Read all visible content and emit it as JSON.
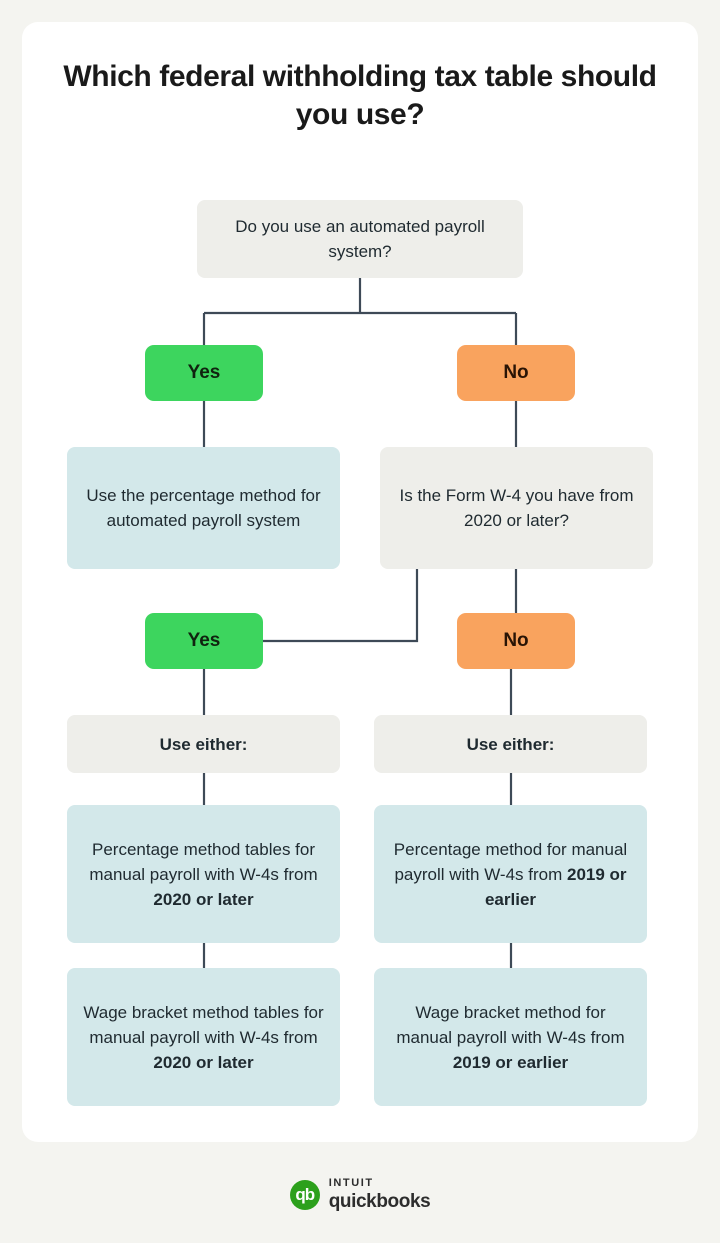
{
  "page": {
    "title": "Which federal withholding tax table should you use?",
    "background_color": "#f4f4f0",
    "card_color": "#ffffff"
  },
  "colors": {
    "yes": "#3dd55e",
    "no": "#f9a35e",
    "result": "#d3e8ea",
    "question": "#eeeeea",
    "connector": "#3e4a57",
    "brand_green": "#2ca01c"
  },
  "chart_data": {
    "type": "diagram",
    "title": "Which federal withholding tax table should you use?",
    "nodes": [
      {
        "id": "root",
        "kind": "question",
        "text": "Do you use an automated payroll system?"
      },
      {
        "id": "yes-1",
        "kind": "answer",
        "text": "Yes"
      },
      {
        "id": "no-1",
        "kind": "answer",
        "text": "No"
      },
      {
        "id": "percentage-auto",
        "kind": "result",
        "text": "Use the percentage method for automated payroll system"
      },
      {
        "id": "w4-question",
        "kind": "question",
        "text": "Is the Form W-4 you have from 2020 or later?"
      },
      {
        "id": "yes-2",
        "kind": "answer",
        "text": "Yes"
      },
      {
        "id": "no-2",
        "kind": "answer",
        "text": "No"
      },
      {
        "id": "either-left",
        "kind": "label",
        "text": "Use either:"
      },
      {
        "id": "either-right",
        "kind": "label",
        "text": "Use either:"
      },
      {
        "id": "pct-2020",
        "kind": "result",
        "text": "Percentage method tables for manual payroll with W-4s from 2020 or later",
        "emphasis": "2020 or later"
      },
      {
        "id": "pct-2019",
        "kind": "result",
        "text": "Percentage method for manual payroll with W-4s from 2019 or earlier",
        "emphasis": "2019 or earlier"
      },
      {
        "id": "wage-2020",
        "kind": "result",
        "text": "Wage bracket method tables for manual payroll with W-4s from 2020 or later",
        "emphasis": "2020 or later"
      },
      {
        "id": "wage-2019",
        "kind": "result",
        "text": "Wage bracket method for manual payroll with W-4s from 2019 or earlier",
        "emphasis": "2019 or earlier"
      }
    ],
    "edges": [
      {
        "from": "root",
        "to": "yes-1"
      },
      {
        "from": "root",
        "to": "no-1"
      },
      {
        "from": "yes-1",
        "to": "percentage-auto"
      },
      {
        "from": "no-1",
        "to": "w4-question"
      },
      {
        "from": "w4-question",
        "to": "yes-2"
      },
      {
        "from": "w4-question",
        "to": "no-2"
      },
      {
        "from": "yes-2",
        "to": "either-left"
      },
      {
        "from": "no-2",
        "to": "either-right"
      },
      {
        "from": "either-left",
        "to": "pct-2020"
      },
      {
        "from": "pct-2020",
        "to": "wage-2020"
      },
      {
        "from": "either-right",
        "to": "pct-2019"
      },
      {
        "from": "pct-2019",
        "to": "wage-2019"
      }
    ]
  },
  "nodes": {
    "root": "Do you use an automated payroll system?",
    "yes_1": "Yes",
    "no_1": "No",
    "percentage_auto": "Use the percentage method for automated payroll system",
    "w4_question": "Is the Form W-4 you have from 2020 or later?",
    "yes_2": "Yes",
    "no_2": "No",
    "either_left": "Use either:",
    "either_right": "Use either:",
    "pct_2020_lead": "Percentage method tables for manual payroll with W-4s from ",
    "pct_2020_bold": "2020 or later",
    "pct_2019_lead": "Percentage method for manual payroll with W-4s from ",
    "pct_2019_bold": "2019 or earlier",
    "wage_2020_lead": "Wage bracket method tables for manual payroll with W-4s from ",
    "wage_2020_bold": "2020 or later",
    "wage_2019_lead": "Wage bracket method for manual payroll with W-4s from ",
    "wage_2019_bold": "2019 or earlier"
  },
  "footer": {
    "logo_mark": "qb",
    "brand_top": "INTUIT",
    "brand_bottom": "quickbooks"
  }
}
